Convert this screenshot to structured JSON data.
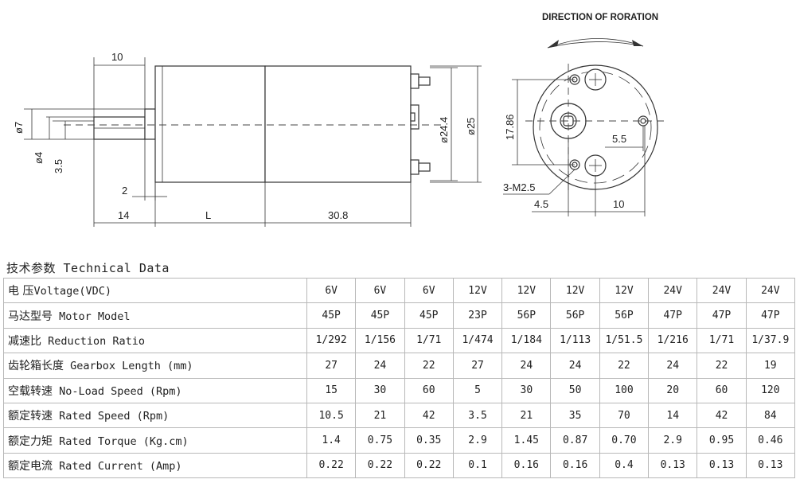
{
  "drawing": {
    "direction_label": "DIRECTION OF RORATION",
    "dims": {
      "d10": "10",
      "d7": "ø7",
      "d4": "ø4",
      "d35": "3.5",
      "d2": "2",
      "d14": "14",
      "dL": "L",
      "d308": "30.8",
      "d244": "ø24.4",
      "d25": "ø25",
      "d1786": "17.86",
      "d55": "5.5",
      "dm25": "3-M2.5",
      "d45": "4.5",
      "d10b": "10"
    }
  },
  "table": {
    "title": "技术参数 Technical Data",
    "rows": [
      {
        "cn": "电 压",
        "en": "Voltage(VDC)",
        "values": [
          "6V",
          "6V",
          "6V",
          "12V",
          "12V",
          "12V",
          "12V",
          "24V",
          "24V",
          "24V"
        ]
      },
      {
        "cn": "马达型号",
        "en": " Motor Model",
        "values": [
          "45P",
          "45P",
          "45P",
          "23P",
          "56P",
          "56P",
          "56P",
          "47P",
          "47P",
          "47P"
        ]
      },
      {
        "cn": "减速比",
        "en": " Reduction Ratio",
        "values": [
          "1/292",
          "1/156",
          "1/71",
          "1/474",
          "1/184",
          "1/113",
          "1/51.5",
          "1/216",
          "1/71",
          "1/37.9"
        ]
      },
      {
        "cn": "齿轮箱长度",
        "en": " Gearbox Length (mm)",
        "values": [
          "27",
          "24",
          "22",
          "27",
          "24",
          "24",
          "22",
          "24",
          "22",
          "19"
        ]
      },
      {
        "cn": "空载转速",
        "en": " No-Load Speed (Rpm)",
        "values": [
          "15",
          "30",
          "60",
          "5",
          "30",
          "50",
          "100",
          "20",
          "60",
          "120"
        ]
      },
      {
        "cn": "额定转速",
        "en": " Rated Speed (Rpm)",
        "values": [
          "10.5",
          "21",
          "42",
          "3.5",
          "21",
          "35",
          "70",
          "14",
          "42",
          "84"
        ]
      },
      {
        "cn": "额定力矩",
        "en": " Rated Torque (Kg.cm)",
        "values": [
          "1.4",
          "0.75",
          "0.35",
          "2.9",
          "1.45",
          "0.87",
          "0.70",
          "2.9",
          "0.95",
          "0.46"
        ]
      },
      {
        "cn": "额定电流",
        "en": " Rated Current (Amp)",
        "values": [
          "0.22",
          "0.22",
          "0.22",
          "0.1",
          "0.16",
          "0.16",
          "0.4",
          "0.13",
          "0.13",
          "0.13"
        ]
      }
    ]
  }
}
